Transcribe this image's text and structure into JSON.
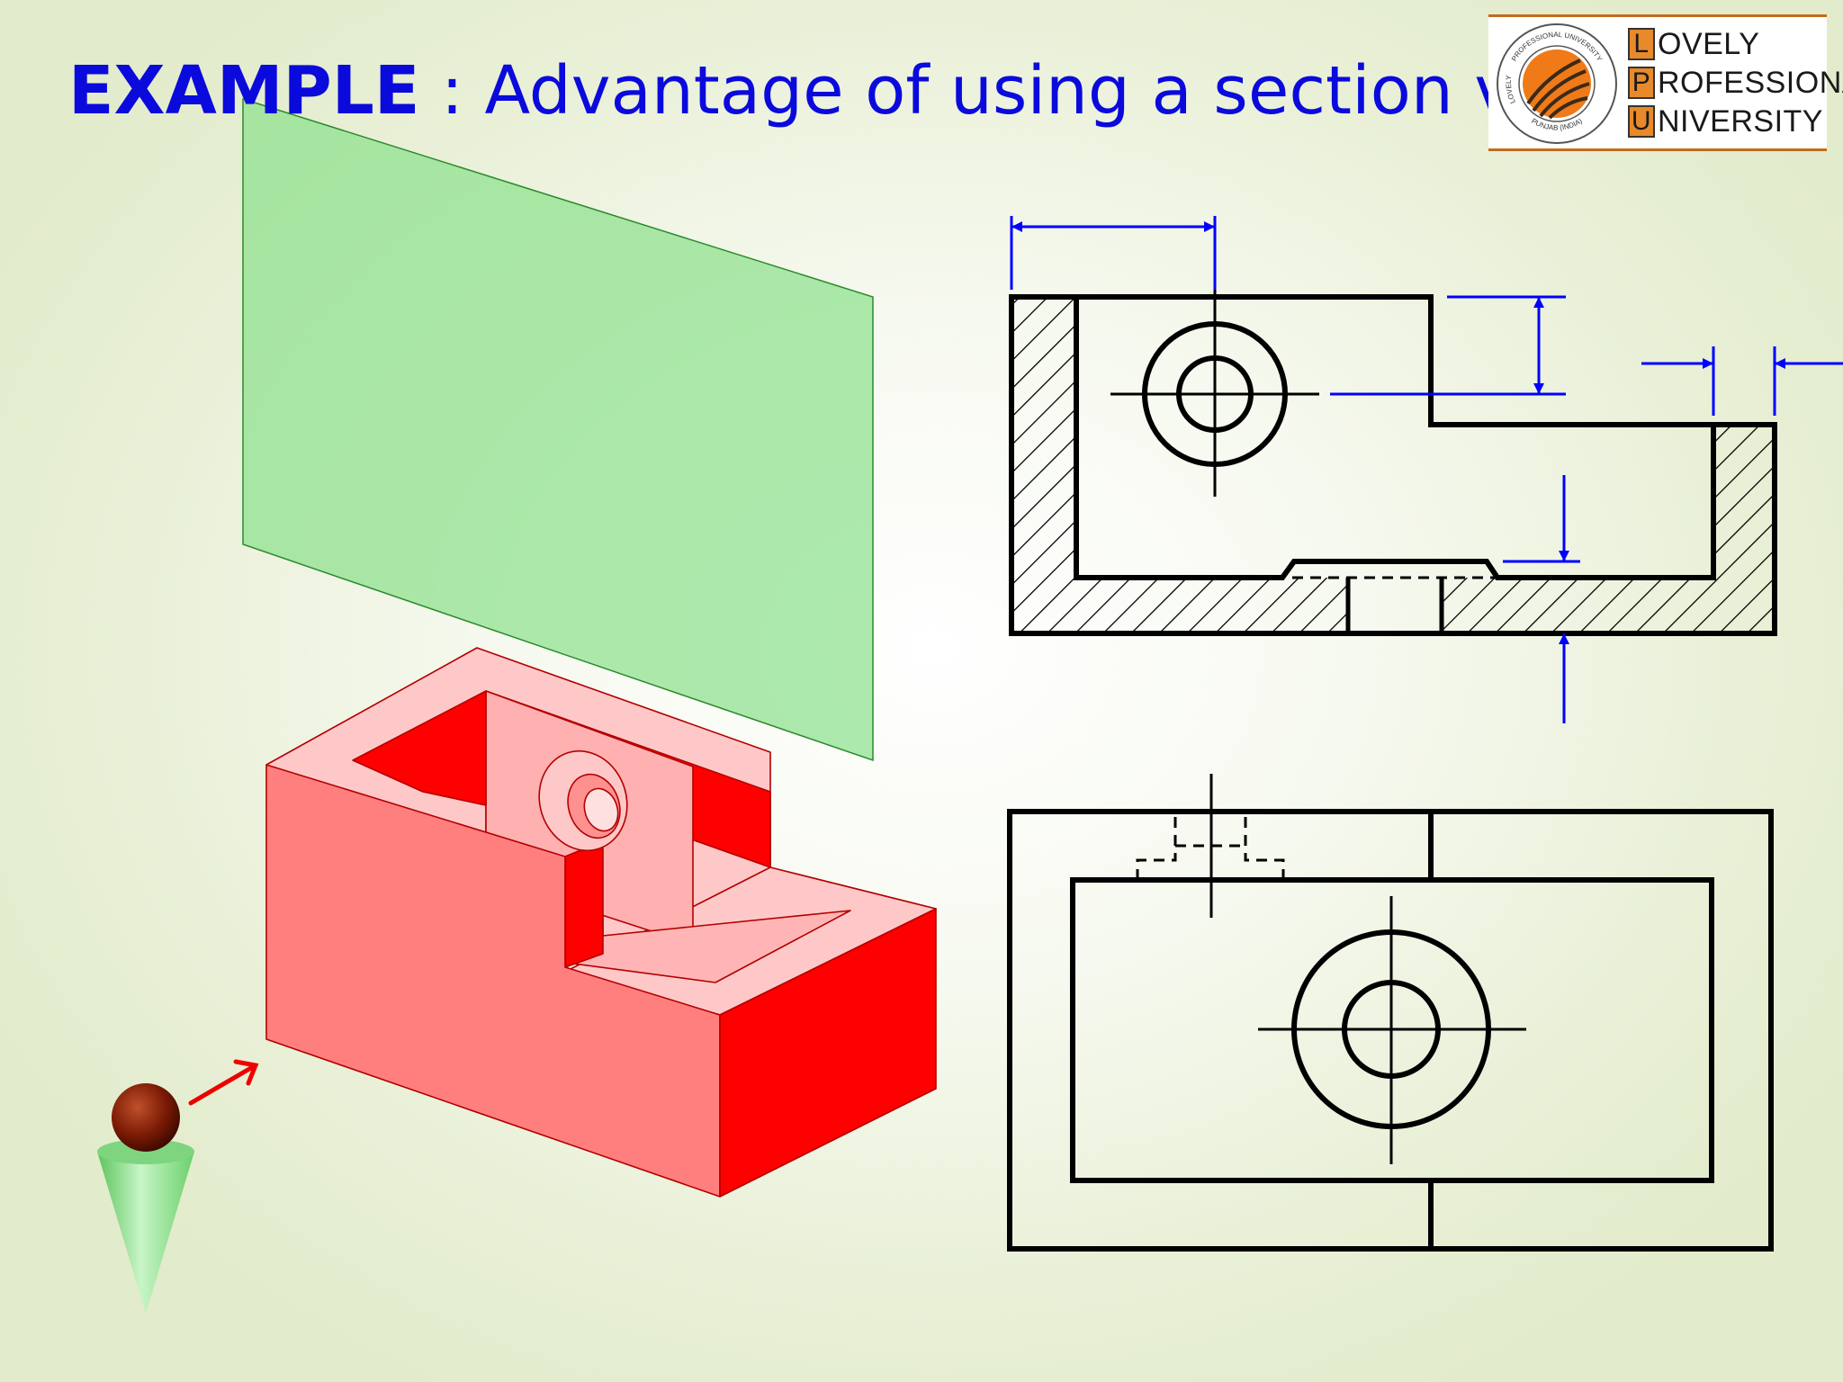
{
  "slide": {
    "title_keyword": "EXAMPLE",
    "title_rest": ": Advantage of using a section view."
  },
  "logo": {
    "seal_ring_text": "PROFESSIONAL UNIVERSITY",
    "seal_left_text": "LOVELY",
    "seal_bottom_text": "PUNJAB (INDIA)",
    "line1_initial": "L",
    "line1_rest": "OVELY",
    "line2_initial": "P",
    "line2_rest": "ROFESSIONAL",
    "line3_initial": "U",
    "line3_rest": "NIVERSITY"
  },
  "colors": {
    "title_blue": "#0a0adc",
    "cutting_plane": "#8ee08e",
    "part_face": "#ff7f7f",
    "part_side": "#ff0000",
    "part_top": "#ffc8c8",
    "dimension_line": "#0000ff",
    "logo_orange": "#e88a2a"
  },
  "icons": [
    "viewer-eye-icon",
    "sight-arrow-icon"
  ]
}
